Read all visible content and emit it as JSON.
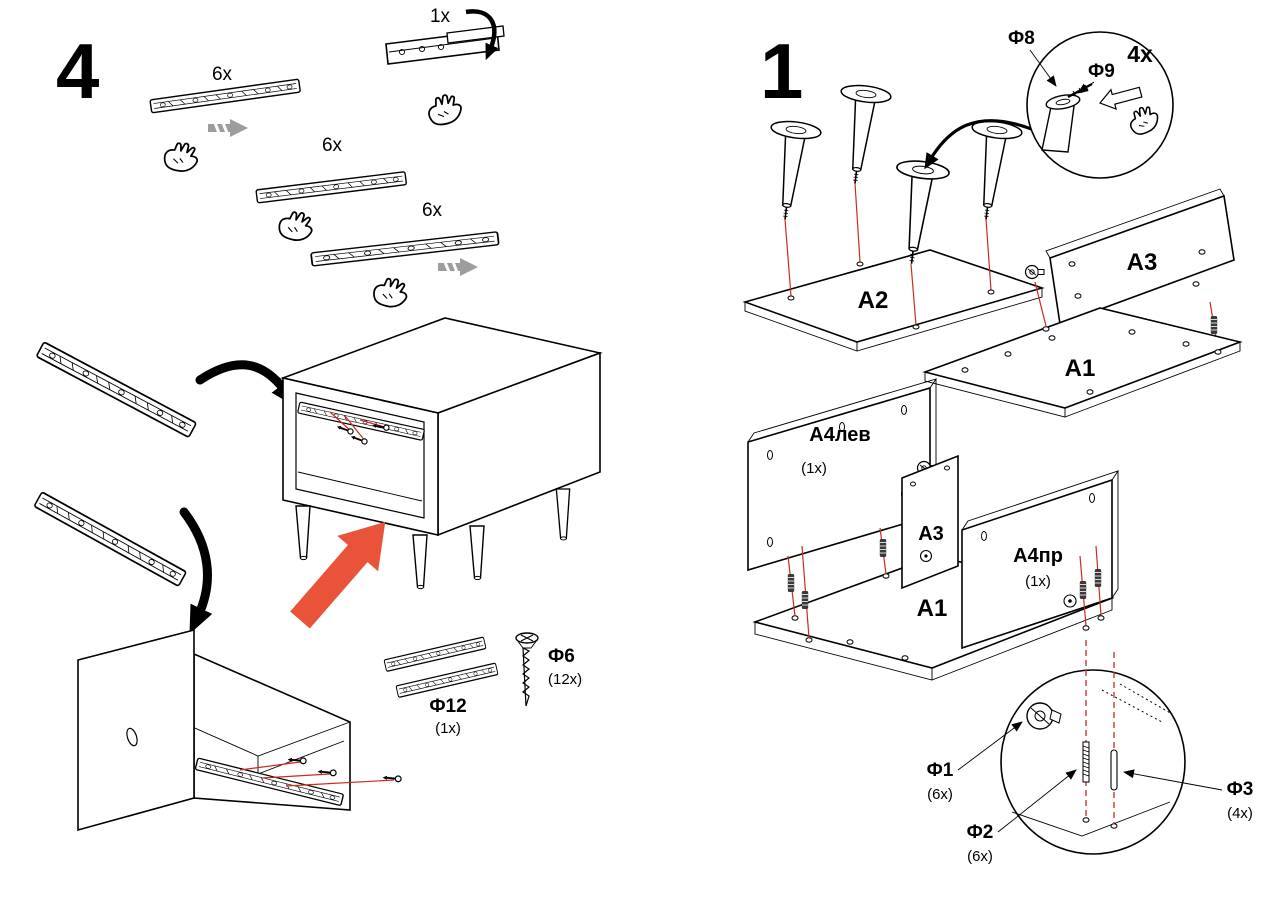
{
  "step4": {
    "number": "4",
    "rail_top_qty": "6x",
    "rail_mid_qty": "6x",
    "rail_bottom_qty": "6x",
    "detail_qty": "1x",
    "f12_label": "Ф12",
    "f12_qty": "(1x)",
    "f6_label": "Ф6",
    "f6_qty": "(12x)"
  },
  "step1": {
    "number": "1",
    "legs_detail_qty": "4x",
    "f8_label": "Ф8",
    "f9_label": "Ф9",
    "panel_a2": "A2",
    "panel_a3_top": "A3",
    "panel_a1_top": "A1",
    "panel_a4_left": "А4лев",
    "panel_a4_left_qty": "(1x)",
    "panel_a3_mid": "A3",
    "panel_a4_right": "А4пр",
    "panel_a4_right_qty": "(1x)",
    "panel_a1_bottom": "A1",
    "f1_label": "Ф1",
    "f1_qty": "(6x)",
    "f2_label": "Ф2",
    "f2_qty": "(6x)",
    "f3_label": "Ф3",
    "f3_qty": "(4x)"
  },
  "colors": {
    "accent_arrow": "#e8533a",
    "leader_red": "#cc2a1e",
    "arrow_gray": "#9d9d9c"
  }
}
